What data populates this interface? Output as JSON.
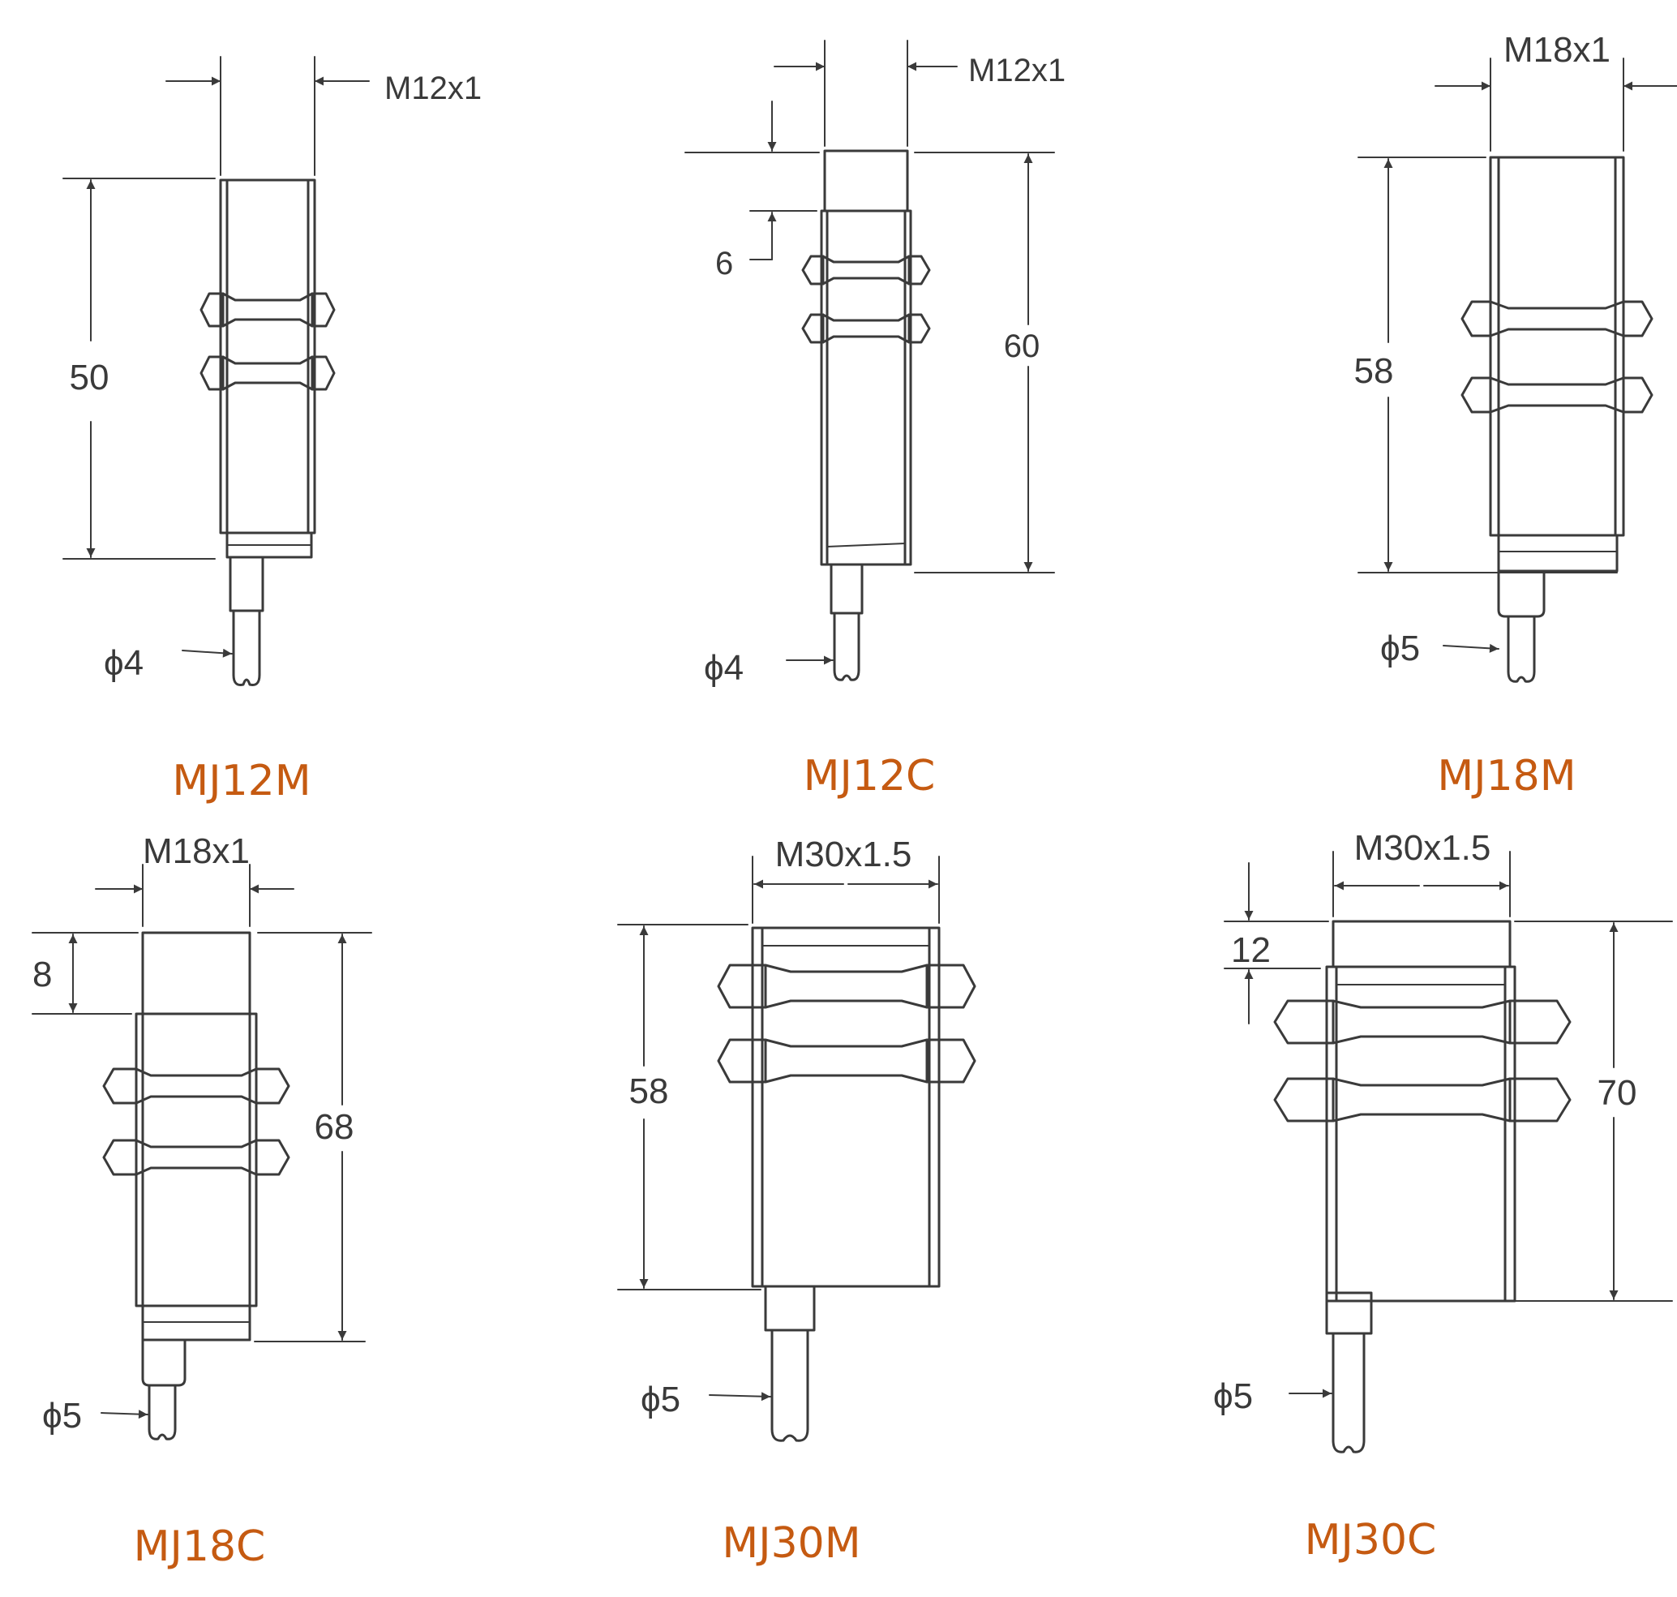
{
  "colors": {
    "line": "#3a3a3a",
    "label": "#c55a11",
    "background": "#ffffff"
  },
  "sensors": [
    {
      "id": "mj12m",
      "model": "MJ12M",
      "thread": "M12x1",
      "length": "50",
      "cable": "ϕ4",
      "offset": ""
    },
    {
      "id": "mj12c",
      "model": "MJ12C",
      "thread": "M12x1",
      "length": "60",
      "cable": "ϕ4",
      "offset": "6"
    },
    {
      "id": "mj18m",
      "model": "MJ18M",
      "thread": "M18x1",
      "length": "58",
      "cable": "ϕ5",
      "offset": ""
    },
    {
      "id": "mj18c",
      "model": "MJ18C",
      "thread": "M18x1",
      "length": "68",
      "cable": "ϕ5",
      "offset": "8"
    },
    {
      "id": "mj30m",
      "model": "MJ30M",
      "thread": "M30x1.5",
      "length": "58",
      "cable": "ϕ5",
      "offset": ""
    },
    {
      "id": "mj30c",
      "model": "MJ30C",
      "thread": "M30x1.5",
      "length": "70",
      "cable": "ϕ5",
      "offset": "12"
    }
  ]
}
